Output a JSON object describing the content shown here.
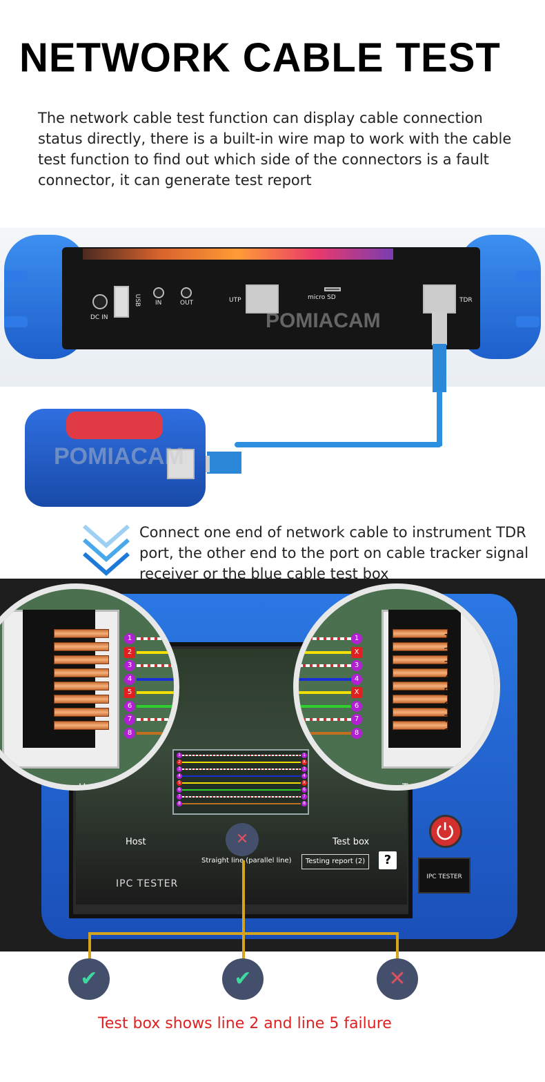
{
  "title": "NETWORK CABLE TEST",
  "intro": "The network cable test function can display cable connection status  directly, there is a built-in wire map to work with the cable test function to find out which side of the connectors is a fault connector, it can generate test report",
  "device_ports": {
    "dc_in": "DC IN",
    "usb": "USB",
    "in": "IN",
    "out": "OUT",
    "utp": "UTP",
    "micro_sd": "micro SD",
    "tdr": "TDR"
  },
  "watermark": "POMIACAM",
  "connect_text": "Connect one end of network cable to instrument TDR port, the other end to the port on cable tracker signal receiver or the blue cable test box",
  "host_pins": [
    "1",
    "2",
    "3",
    "4",
    "5",
    "6",
    "7",
    "8"
  ],
  "host_status": [
    "1",
    "2",
    "3",
    "4",
    "5",
    "6",
    "7",
    "8"
  ],
  "testbox_status": [
    "1",
    "X",
    "3",
    "4",
    "X",
    "6",
    "7",
    "8"
  ],
  "wire_colors": [
    "#ffffff",
    "#f2e000",
    "#ffffff",
    "#1a2ed6",
    "#f2e000",
    "#2fcf2f",
    "#ffffff",
    "#c07020"
  ],
  "host_label": "Host",
  "testbox_label": "Test box",
  "screen_host_label": "Host",
  "screen_testbox_label": "Test box",
  "straight_line_label": "Straight line (parallel line)",
  "testing_report_label": "Testing report (2)",
  "help_label": "?",
  "ipc_tester_label": "IPC TESTER",
  "ipc_tester_button": "IPC TESTER",
  "caption": "Test box shows line 2 and line 5 failure",
  "colors": {
    "accent_blue": "#1e5fcb",
    "fail_red": "#e02020",
    "ok_green": "#3fd8a0",
    "bracket_gold": "#d6a31f"
  }
}
